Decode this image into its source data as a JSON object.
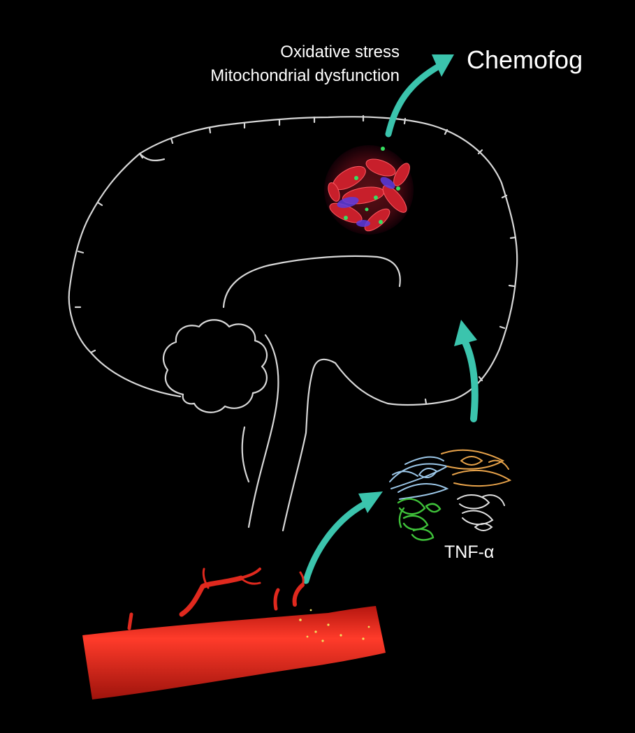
{
  "labels": {
    "oxidative_stress": "Oxidative stress",
    "mitochondrial_dysfunction": "Mitochondrial dysfunction",
    "outcome": "Chemofog",
    "cytokine": "TNF-α"
  },
  "colors": {
    "background": "#000000",
    "brain_outline": "#d8d8d8",
    "arrow": "#3bc4ad",
    "blood_vessel": "#d4241c",
    "cells": "#c81f2b",
    "protein_blue": "#9cc7e8",
    "protein_orange": "#e8a34a",
    "protein_green": "#3fc23a",
    "protein_white": "#e0e0e0"
  },
  "icons": {
    "brain": "brain-outline-icon",
    "vessel": "blood-vessel-icon",
    "cells": "neural-cells-icon",
    "protein": "protein-structure-icon"
  }
}
